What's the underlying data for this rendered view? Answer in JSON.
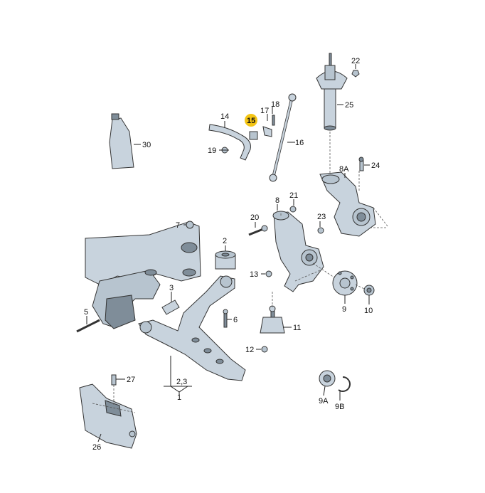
{
  "labels": {
    "l1": "1",
    "l2": "2",
    "l23": "2,3",
    "l3": "3",
    "l5": "5",
    "l6": "6",
    "l7": "7",
    "l8": "8",
    "l8A": "8A",
    "l9": "9",
    "l9A": "9A",
    "l9B": "9B",
    "l10": "10",
    "l11": "11",
    "l12": "12",
    "l13": "13",
    "l14": "14",
    "l15": "15",
    "l16": "16",
    "l17": "17",
    "l18": "18",
    "l19": "19",
    "l20": "20",
    "l21": "21",
    "l22": "22",
    "l23b": "23",
    "l24": "24",
    "l25": "25",
    "l26": "26",
    "l27": "27",
    "l30": "30"
  },
  "colors": {
    "highlight": "#f4c515",
    "part_fill": "#c8d3dd",
    "outline": "#333333"
  }
}
